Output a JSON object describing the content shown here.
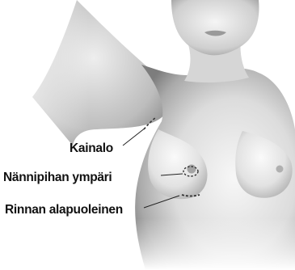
{
  "labels": {
    "axilla": "Kainalo",
    "areola": "Nännipihan ympäri",
    "inframammary": "Rinnan alapuoleinen"
  },
  "colors": {
    "background": "#ffffff",
    "skin_light": "#f2f2f2",
    "skin_mid": "#c9c9c9",
    "skin_dark": "#8a8a8a",
    "label_text": "#111111",
    "leader_line": "#222222",
    "incision_dash": "#333333"
  }
}
